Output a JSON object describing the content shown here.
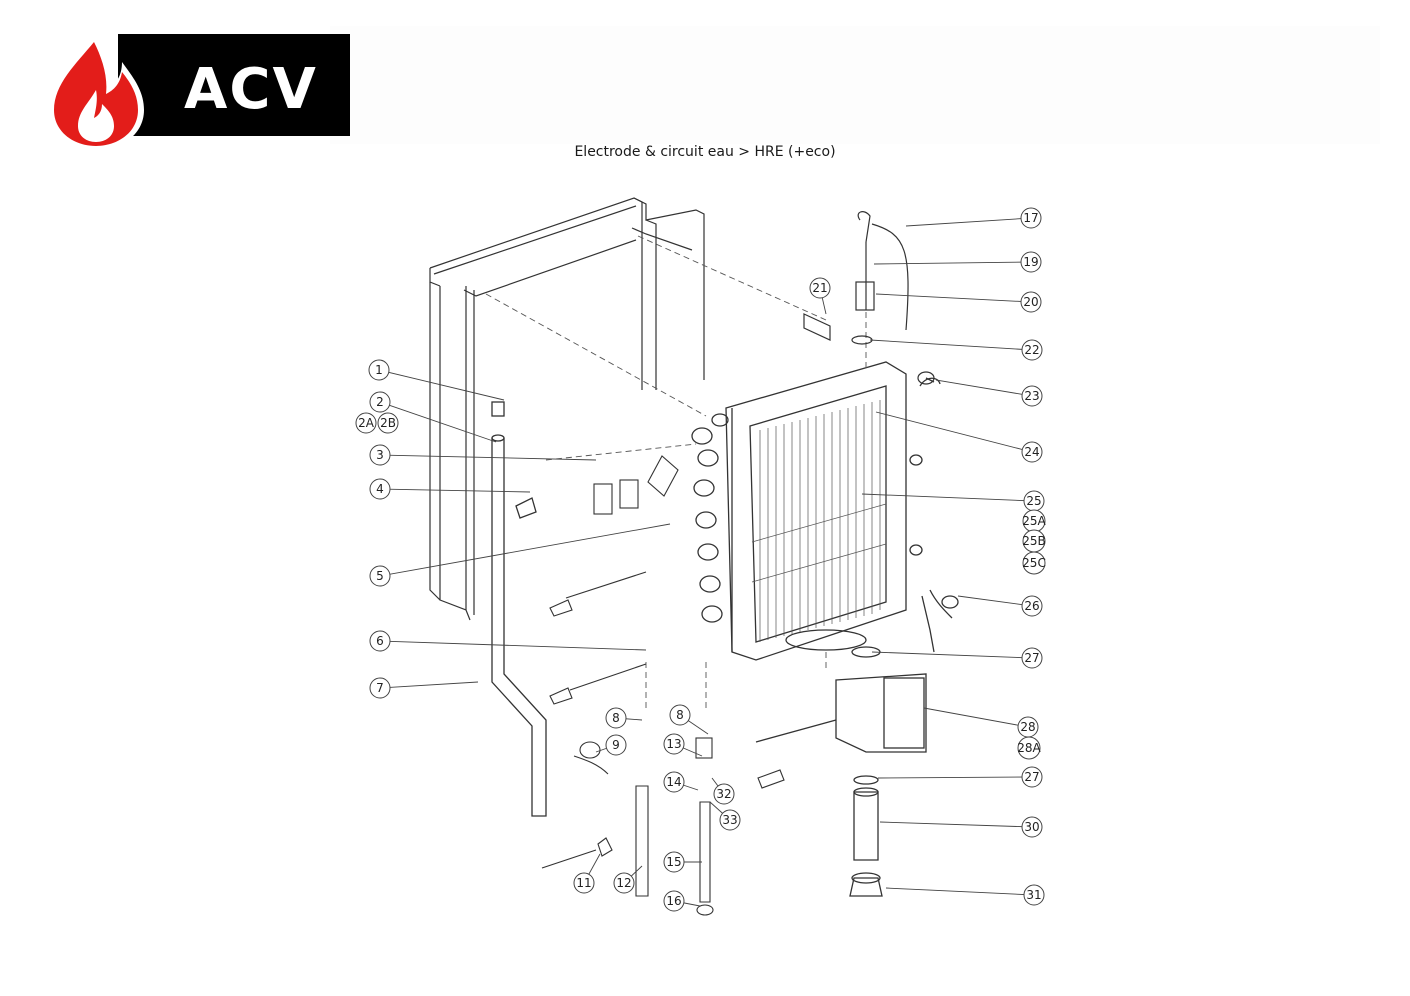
{
  "brand": {
    "name": "ACV",
    "flame_color": "#e31d1a",
    "block_color": "#000000"
  },
  "title": "Electrode & circuit eau > HRE (+eco)",
  "callouts": [
    {
      "label": "1"
    },
    {
      "label": "2"
    },
    {
      "label": "2A"
    },
    {
      "label": "2B"
    },
    {
      "label": "3"
    },
    {
      "label": "4"
    },
    {
      "label": "5"
    },
    {
      "label": "6"
    },
    {
      "label": "7"
    },
    {
      "label": "8"
    },
    {
      "label": "8"
    },
    {
      "label": "9"
    },
    {
      "label": "11"
    },
    {
      "label": "12"
    },
    {
      "label": "13"
    },
    {
      "label": "14"
    },
    {
      "label": "15"
    },
    {
      "label": "16"
    },
    {
      "label": "17"
    },
    {
      "label": "19"
    },
    {
      "label": "20"
    },
    {
      "label": "21"
    },
    {
      "label": "22"
    },
    {
      "label": "23"
    },
    {
      "label": "24"
    },
    {
      "label": "25"
    },
    {
      "label": "25A"
    },
    {
      "label": "25B"
    },
    {
      "label": "25C"
    },
    {
      "label": "26"
    },
    {
      "label": "27"
    },
    {
      "label": "27"
    },
    {
      "label": "28"
    },
    {
      "label": "28A"
    },
    {
      "label": "30"
    },
    {
      "label": "31"
    },
    {
      "label": "32"
    },
    {
      "label": "33"
    }
  ]
}
